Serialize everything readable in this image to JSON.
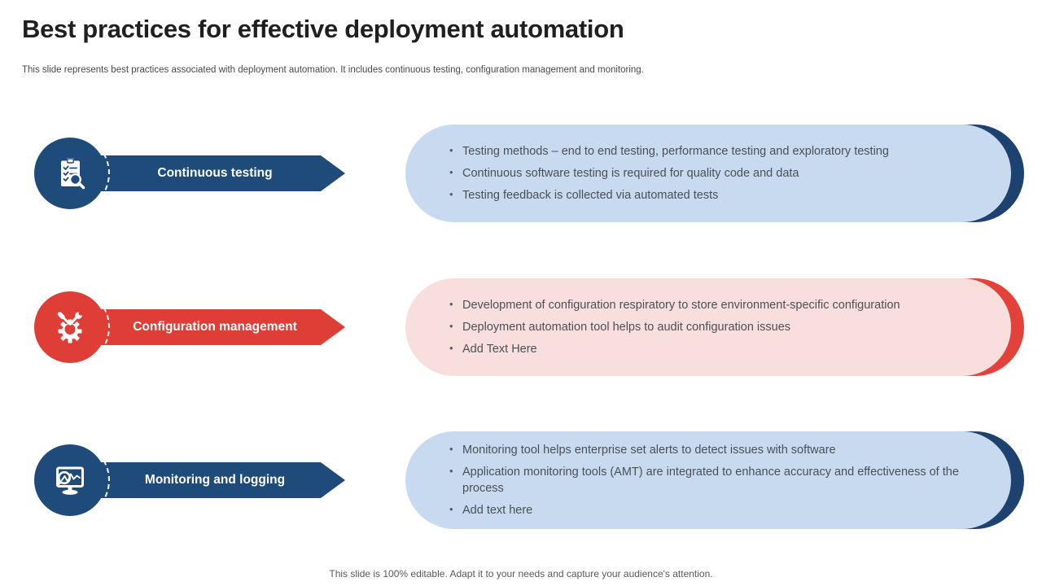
{
  "slide": {
    "title": "Best practices for effective deployment automation",
    "subtitle": "This slide represents best practices associated with deployment automation. It includes continuous testing, configuration management and monitoring.",
    "footer": "This slide is 100% editable. Adapt it to your needs and capture your audience's attention."
  },
  "colors": {
    "blue": "#1F4B7B",
    "navy": "#1D4270",
    "light_blue": "#C8DAF0",
    "red": "#DF3E36",
    "red_bright": "#E2423A",
    "pink": "#F8DFDE",
    "title_text": "#1F1F1F",
    "body_text": "#4B5056",
    "muted_text": "#595959"
  },
  "rows": [
    {
      "label": "Continuous testing",
      "icon": "checklist-magnifier-icon",
      "theme": "blue",
      "bullets": [
        "Testing methods – end to end testing, performance testing and exploratory testing",
        "Continuous software testing is required for quality code and data",
        "Testing feedback is collected via automated tests"
      ]
    },
    {
      "label": "Configuration management",
      "icon": "gear-tools-icon",
      "theme": "red",
      "bullets": [
        "Development of configuration respiratory to store environment-specific configuration",
        "Deployment automation tool helps to audit configuration issues",
        "Add Text Here"
      ]
    },
    {
      "label": "Monitoring and logging",
      "icon": "monitor-magnifier-icon",
      "theme": "blue",
      "bullets": [
        "Monitoring tool helps enterprise set alerts to detect issues with software",
        "Application monitoring tools (AMT) are integrated to enhance accuracy and effectiveness of the process",
        "Add text here"
      ]
    }
  ]
}
